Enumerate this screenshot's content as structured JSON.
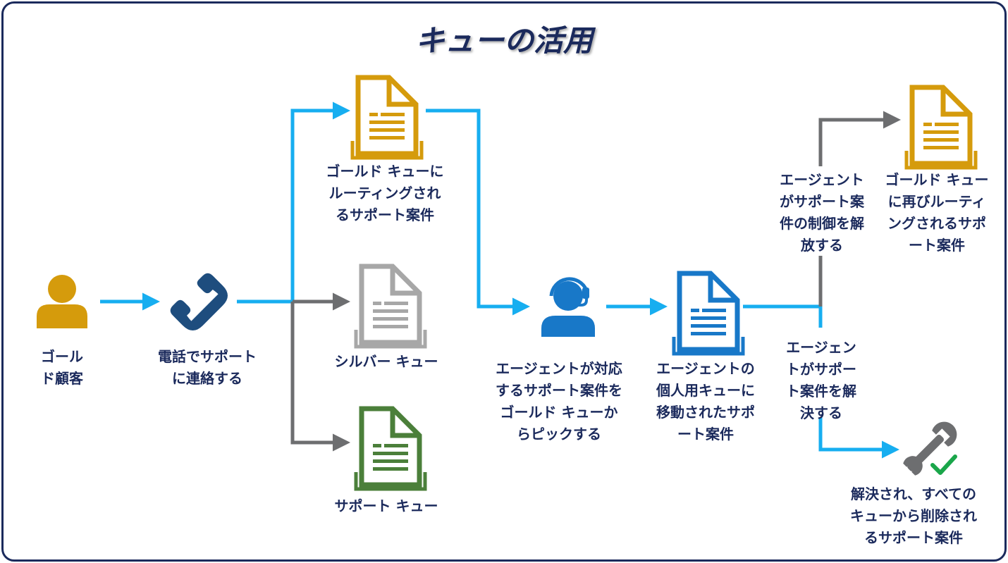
{
  "title": "キューの活用",
  "colors": {
    "navy": "#1b2a5c",
    "connector_blue": "#17aef0",
    "connector_gray": "#6d6e70",
    "gold": "#d59b0c",
    "silver": "#a7a7a7",
    "green": "#4b7f3a",
    "blue_icon": "#1878c8",
    "check_green": "#1aa64a"
  },
  "icons": {
    "customer": "person-icon",
    "phone": "phone-icon",
    "gold_queue": "document-icon",
    "silver_queue": "document-icon",
    "support_queue": "document-icon",
    "agent": "headset-agent-icon",
    "personal_queue": "document-icon",
    "gold_requeue": "document-icon",
    "resolved": "wrench-check-icon"
  },
  "labels": {
    "customer": "ゴール\nド顧客",
    "phone": "電話でサポート\nに連絡する",
    "gold_queue": "ゴールド キューに\nルーティングされ\nるサポート案件",
    "silver_queue": "シルバー キュー",
    "support_queue": "サポート キュー",
    "agent": "エージェントが対応\nするサポート案件を\nゴールド キューか\nらピックする",
    "personal_queue": "エージェントの\n個人用キューに\n移動されたサポ\nート案件",
    "release": "エージェント\nがサポート案\n件の制御を解\n放する",
    "requeue": "ゴールド キュー\nに再びルーティ\nングされるサポ\nート案件",
    "resolve": "エージェン\nトがサポー\nト案件を解\n決する",
    "resolved": "解決され、すべての\nキューから削除され\nるサポート案件"
  }
}
